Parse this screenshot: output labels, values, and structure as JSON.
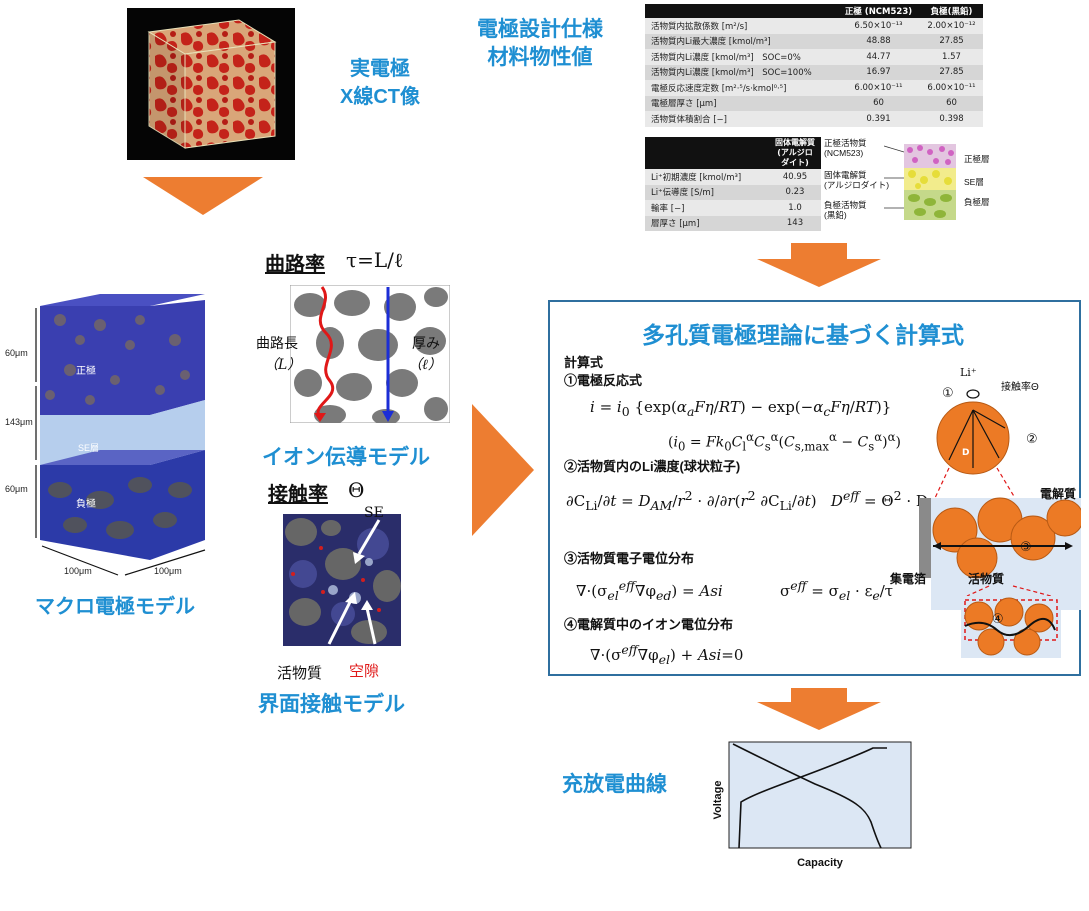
{
  "ct": {
    "title_line1": "実電極",
    "title_line2": "X線CT像"
  },
  "spec": {
    "title_line1": "電極設計仕様",
    "title_line2": "材料物性値",
    "table1": {
      "headers": [
        "",
        "正極 (NCM523)",
        "負極(黒鉛)"
      ],
      "rows": [
        [
          "活物質内拡散係数 [m²/s]",
          "6.50×10⁻¹³",
          "2.00×10⁻¹²"
        ],
        [
          "活物質内Li最大濃度 [kmol/m³]",
          "48.88",
          "27.85"
        ],
        [
          "活物質内Li濃度 [kmol/m³]　SOC=0%",
          "44.77",
          "1.57"
        ],
        [
          "活物質内Li濃度 [kmol/m³]　SOC=100%",
          "16.97",
          "27.85"
        ],
        [
          "電極反応速度定数 [m²·⁵/s·kmol⁰·⁵]",
          "6.00×10⁻¹¹",
          "6.00×10⁻¹¹"
        ],
        [
          "電極層厚さ [μm]",
          "60",
          "60"
        ],
        [
          "活物質体積割合 [−]",
          "0.391",
          "0.398"
        ]
      ]
    },
    "table2": {
      "headers": [
        "",
        "固体電解質\n(アルジロダイト)"
      ],
      "rows": [
        [
          "Li⁺初期濃度 [kmol/m³]",
          "40.95"
        ],
        [
          "Li⁺伝導度 [S/m]",
          "0.23"
        ],
        [
          "輸率 [−]",
          "1.0"
        ],
        [
          "層厚さ [μm]",
          "143"
        ]
      ]
    },
    "layer_diagram": {
      "left_labels": [
        "正極活物質\n(NCM523)",
        "固体電解質\n(アルジロダイト)",
        "負極活物質\n(黒鉛)"
      ],
      "right_labels": [
        "正極層",
        "SE層",
        "負極層"
      ]
    }
  },
  "macro": {
    "label_top": "正極",
    "label_mid": "SE層",
    "label_bot": "負極",
    "dim_top": "60μm",
    "dim_mid": "143μm",
    "dim_bot": "60μm",
    "dim_x": "100μm",
    "dim_y": "100μm",
    "caption": "マクロ電極モデル"
  },
  "tortuosity": {
    "title_a": "曲路率",
    "title_b": "τ=L/ℓ",
    "left_label": "曲路長",
    "left_sym": "（L）",
    "right_label": "厚み",
    "right_sym": "（ℓ）",
    "caption": "イオン伝導モデル"
  },
  "contact": {
    "title_a": "接触率",
    "title_b": "Θ",
    "se_label": "SE",
    "active_label": "活物質",
    "void_label": "空隙",
    "caption": "界面接触モデル"
  },
  "theory": {
    "title": "多孔質電極理論に基づく計算式",
    "calc": "計算式",
    "eq1_title": "①電極反応式",
    "eq2_title": "②活物質内のLi濃度(球状粒子)",
    "eq3_title": "③活物質電子電位分布",
    "eq4_title": "④電解質中のイオン電位分布",
    "particle": {
      "li_label": "Li⁺",
      "contact_label": "接触率Θ",
      "n1": "①",
      "n2": "②",
      "n3": "③",
      "n4": "④",
      "d_label": "D",
      "electrolyte": "電解質",
      "collector": "集電箔",
      "active": "活物質"
    }
  },
  "curve": {
    "title": "充放電曲線",
    "ylabel": "Voltage",
    "xlabel": "Capacity"
  },
  "colors": {
    "accent_blue": "#1f8fd2",
    "arrow_orange": "#ed7d31",
    "particle_orange": "#ec7a25"
  }
}
